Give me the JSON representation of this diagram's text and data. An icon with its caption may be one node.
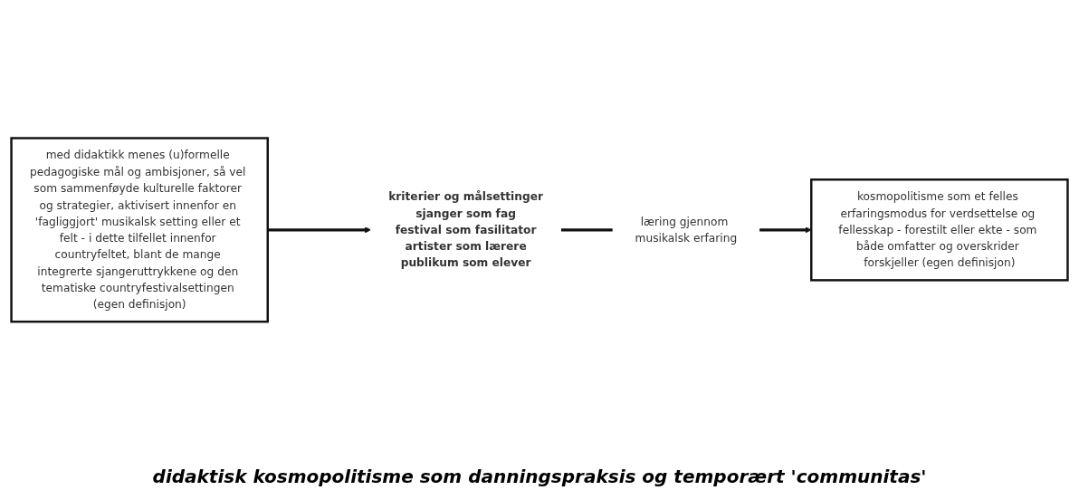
{
  "diagram": {
    "caption": "didaktisk kosmopolitisme som danningspraksis og temporært 'communitas'",
    "nodes": [
      {
        "text": [
          "med didaktikk menes (u)formelle pedagogiske mål og ambisjoner, så vel som sammenføyde kulturelle faktorer og strategier, aktivisert innenfor en 'fagliggjort' musikalsk setting eller et felt - i dette tilfellet innenfor countryfeltet, blant de mange integrerte sjangeruttrykkene og den tematiske countryfestivalsettingen (egen definisjon)"
        ]
      },
      {
        "text": [
          "kriterier og målsettinger",
          "sjanger som fag",
          "festival som fasilitator",
          "artister som lærere",
          "publikum som elever"
        ]
      },
      {
        "text": [
          "kosmopolitisme som et felles erfaringsmodus for verdsettelse og fellesskap - forestilt eller ekte - som både omfatter og overskrider forskjeller (egen definisjon)"
        ]
      }
    ],
    "edges": [
      {
        "from": 0,
        "to": 1,
        "arrow": "to"
      },
      {
        "from": 1,
        "to": 2,
        "arrow": "to",
        "label": "læring gjennom musikalsk erfaring"
      }
    ]
  }
}
